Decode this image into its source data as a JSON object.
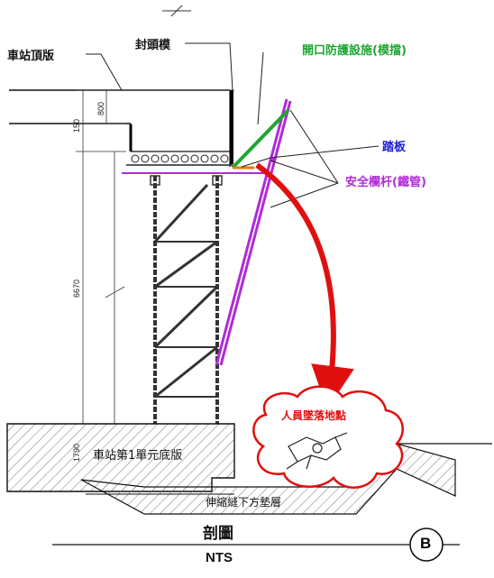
{
  "labels": {
    "station_roof": "車站頂版",
    "end_form": "封頭模",
    "opening_guard": "開口防護設施(模擋)",
    "step_board": "踏板",
    "safety_rail": "安全欄杆(鐵管)",
    "fall_point": "人員墜落地點",
    "unit_base": "車站第1單元底版",
    "expansion_layer": "伸縮縫下方墊層",
    "section_title": "剖圖",
    "nts": "NTS",
    "section_mark": "B"
  },
  "dimensions": {
    "d800": "800",
    "d150": "150",
    "d6670": "6670",
    "d1790": "1790"
  },
  "colors": {
    "green": "#1fa531",
    "blue": "#1a1adf",
    "purple": "#b02bd6",
    "red": "#e01010"
  }
}
